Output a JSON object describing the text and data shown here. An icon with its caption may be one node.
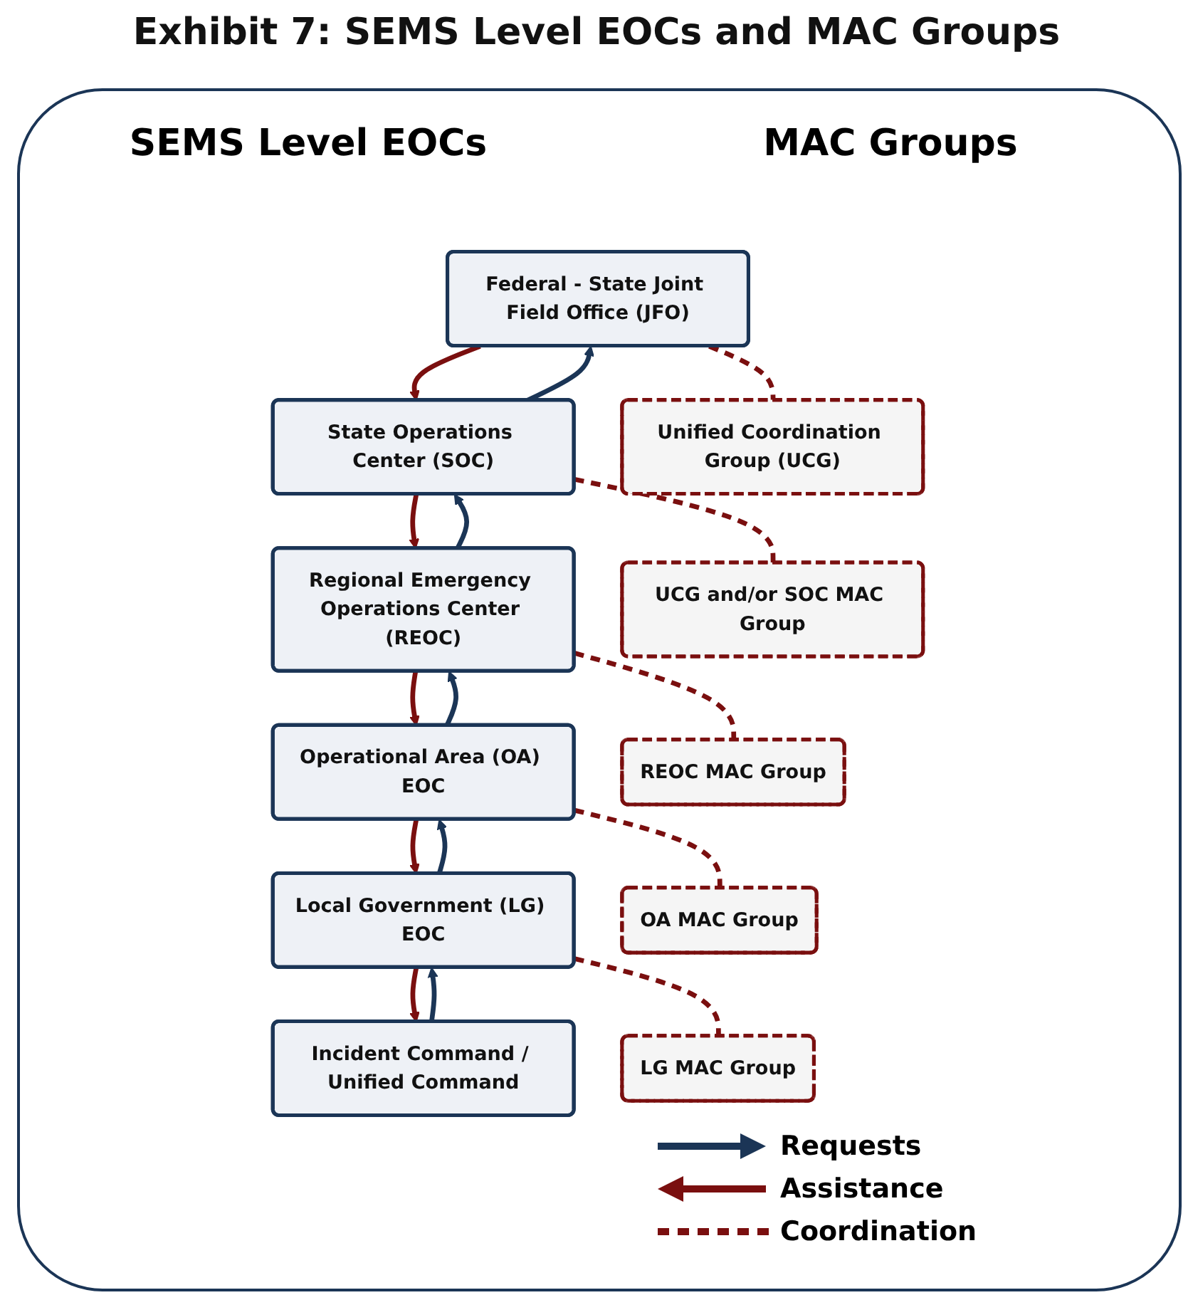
{
  "diagram": {
    "title": "Exhibit 7:  SEMS Level EOCs and MAC Groups",
    "nodes": [
      {
        "text": [
          "Federal - State Joint Field Office (JFO)"
        ]
      },
      {
        "text": [
          "State Operations Center (SOC)"
        ]
      },
      {
        "text": [
          "Regional Emergency Operations Center (REOC)"
        ]
      },
      {
        "text": [
          "Operational Area (OA) EOC"
        ]
      },
      {
        "text": [
          "Local Government (LG) EOC"
        ]
      },
      {
        "text": [
          "Incident Command / Unified Command"
        ]
      },
      {
        "text": [
          "Unified Coordination Group (UCG)"
        ]
      },
      {
        "text": [
          "UCG and/or SOC MAC Group"
        ]
      },
      {
        "text": [
          "REOC MAC Group"
        ]
      },
      {
        "text": [
          "OA MAC Group"
        ]
      },
      {
        "text": [
          "LG MAC Group"
        ]
      }
    ],
    "edges": [
      {
        "from": 0,
        "to": 1,
        "arrow": "to",
        "color": "#7a0f0f"
      },
      {
        "from": 1,
        "to": 0,
        "arrow": "to",
        "color": "#1b3556"
      },
      {
        "from": 1,
        "to": 2,
        "arrow": "to",
        "color": "#7a0f0f"
      },
      {
        "from": 2,
        "to": 1,
        "arrow": "to",
        "color": "#1b3556"
      },
      {
        "from": 2,
        "to": 3,
        "arrow": "to",
        "color": "#7a0f0f"
      },
      {
        "from": 3,
        "to": 2,
        "arrow": "to",
        "color": "#1b3556"
      },
      {
        "from": 3,
        "to": 4,
        "arrow": "to",
        "color": "#7a0f0f"
      },
      {
        "from": 4,
        "to": 3,
        "arrow": "to",
        "color": "#1b3556"
      },
      {
        "from": 4,
        "to": 5,
        "arrow": "to",
        "color": "#7a0f0f"
      },
      {
        "from": 5,
        "to": 4,
        "arrow": "to",
        "color": "#1b3556"
      },
      {
        "from": 0,
        "to": 6,
        "arrow": "none",
        "style": "dashed",
        "color": "#7a0f0f"
      },
      {
        "from": 1,
        "to": 7,
        "arrow": "none",
        "style": "dashed",
        "color": "#7a0f0f"
      },
      {
        "from": 2,
        "to": 8,
        "arrow": "none",
        "style": "dashed",
        "color": "#7a0f0f"
      },
      {
        "from": 3,
        "to": 9,
        "arrow": "none",
        "style": "dashed",
        "color": "#7a0f0f"
      },
      {
        "from": 4,
        "to": 10,
        "arrow": "none",
        "style": "dashed",
        "color": "#7a0f0f"
      }
    ],
    "labels": [
      "SEMS Level EOCs",
      "MAC Groups"
    ],
    "legend": [
      {
        "text": "Requests"
      },
      {
        "text": "Assistance"
      },
      {
        "text": "Coordination"
      }
    ]
  }
}
